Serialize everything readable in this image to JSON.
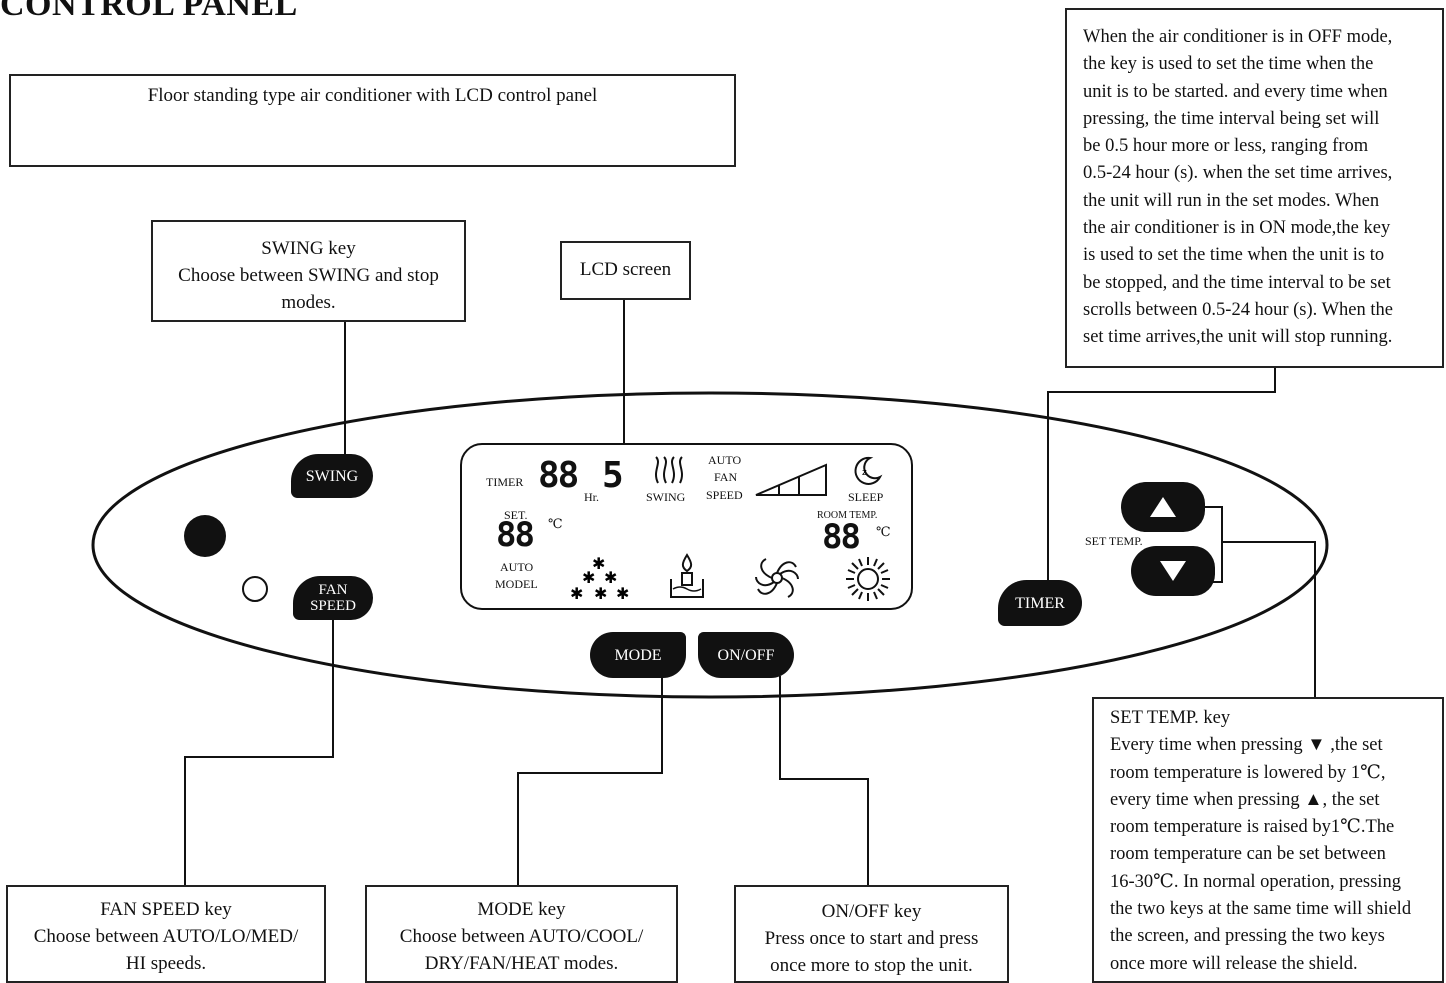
{
  "title": "CONTROL PANEL",
  "boxes": {
    "header": "Floor standing type air conditioner with LCD control panel",
    "swing": {
      "line1": "SWING  key",
      "line2": "Choose between SWING and stop",
      "line3": "modes."
    },
    "lcd": "LCD screen",
    "timer_desc": [
      "When the air conditioner is in OFF mode,",
      "the key is used to set the time when the",
      "unit is to be started. and every time when",
      "pressing, the time interval being set will",
      "be 0.5 hour more or less, ranging from",
      "0.5-24 hour (s). when the set time arrives,",
      "the unit will run in the set modes. When",
      "the air conditioner is in ON mode,the  key",
      "is used to set the time when the unit is to",
      "be stopped, and the time interval to be set",
      "scrolls between 0.5-24 hour (s). When the",
      "set time arrives,the unit will stop running."
    ],
    "fan_speed": {
      "line1": "FAN  SPEED  key",
      "line2": "Choose between AUTO/LO/MED/",
      "line3": "HI  speeds."
    },
    "mode": {
      "line1": "MODE key",
      "line2": "Choose between AUTO/COOL/",
      "line3": "DRY/FAN/HEAT modes."
    },
    "onoff": {
      "line1": "ON/OFF key",
      "line2": "Press once to start and press",
      "line3": "once more to stop the unit."
    },
    "set_temp": [
      "SET TEMP. key",
      "Every time when pressing ▼  ,the set",
      "room temperature is lowered by 1℃,",
      "every time when pressing ▲, the set",
      "room temperature is raised by1℃.The",
      "room temperature can be set between",
      "16-30℃. In normal operation, pressing",
      "the two keys at the same time will shield",
      "the screen, and pressing the two keys",
      "once more will release  the shield."
    ]
  },
  "keys": {
    "swing": "SWING",
    "fan_speed": [
      "FAN",
      "SPEED"
    ],
    "mode": "MODE",
    "onoff": "ON/OFF",
    "timer": "TIMER",
    "set_temp_label": "SET TEMP."
  },
  "lcd": {
    "timer_label": "TIMER",
    "timer_digits": "88",
    "timer_extra": "5",
    "hr_label": "Hr.",
    "swing_label": "SWING",
    "fan_labels": [
      "AUTO",
      "FAN",
      "SPEED"
    ],
    "sleep_label": "SLEEP",
    "set_label": "SET.",
    "set_digits": "88",
    "room_temp_label": "ROOM TEMP.",
    "room_digits": "88",
    "unit": "℃",
    "auto_model": [
      "AUTO",
      "MODEL"
    ]
  },
  "icons": [
    "swing-icon",
    "fan-speed-bars-icon",
    "sleep-moon-icon",
    "cool-snowflake-icon",
    "dry-droplet-icon",
    "fan-icon",
    "heat-sun-icon",
    "up-arrow-icon",
    "down-arrow-icon",
    "power-indicator-icon",
    "indicator-light-icon"
  ]
}
